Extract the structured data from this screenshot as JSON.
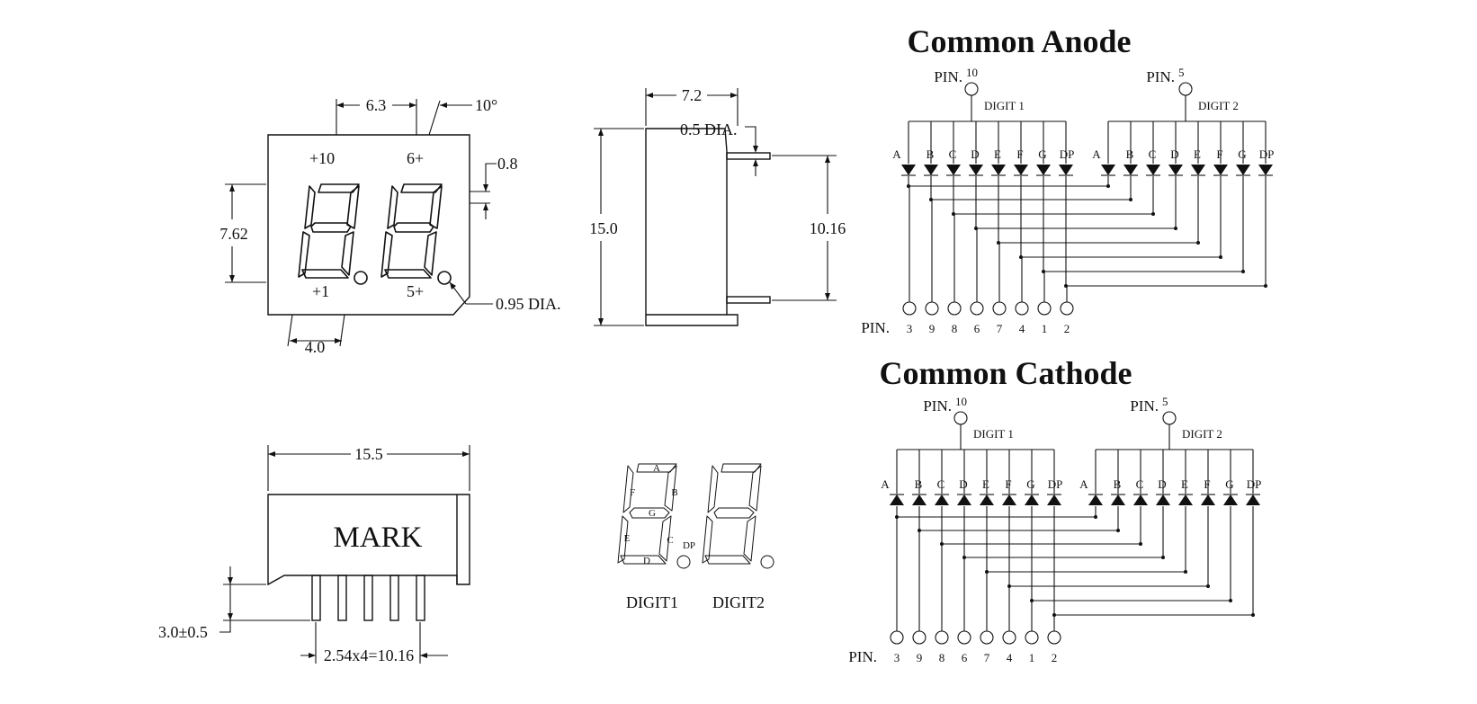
{
  "front_view": {
    "dim_digit_pitch": "6.3",
    "dim_slant": "10°",
    "dim_segment_width": "0.8",
    "dim_digit_height": "7.62",
    "dim_dp_dia": "0.95 DIA.",
    "dim_bottom": "4.0",
    "pin_top_left": "+10",
    "pin_top_right": "6+",
    "pin_bottom_left": "+1",
    "pin_bottom_right": "5+"
  },
  "side_view": {
    "dim_depth": "7.2",
    "dim_pin_dia": "0.5 DIA.",
    "dim_height": "15.0",
    "dim_pin_spacing": "10.16"
  },
  "bottom_view": {
    "dim_width": "15.5",
    "mark_text": "MARK",
    "dim_pin_length": "3.0±0.5",
    "dim_pitch": "2.54x4=10.16"
  },
  "segment_map": {
    "segments": [
      "A",
      "B",
      "C",
      "D",
      "E",
      "F",
      "G",
      "DP"
    ],
    "digit1_label": "DIGIT1",
    "digit2_label": "DIGIT2"
  },
  "common_anode": {
    "title": "Common Anode",
    "pin_word": "PIN.",
    "common1_pin": "10",
    "common2_pin": "5",
    "digit1_label": "DIGIT 1",
    "digit2_label": "DIGIT 2",
    "segments": [
      "A",
      "B",
      "C",
      "D",
      "E",
      "F",
      "G",
      "DP"
    ],
    "pins": [
      "3",
      "9",
      "8",
      "6",
      "7",
      "4",
      "1",
      "2"
    ]
  },
  "common_cathode": {
    "title": "Common Cathode",
    "pin_word": "PIN.",
    "common1_pin": "10",
    "common2_pin": "5",
    "digit1_label": "DIGIT 1",
    "digit2_label": "DIGIT 2",
    "segments": [
      "A",
      "B",
      "C",
      "D",
      "E",
      "F",
      "G",
      "DP"
    ],
    "pins": [
      "3",
      "9",
      "8",
      "6",
      "7",
      "4",
      "1",
      "2"
    ]
  }
}
